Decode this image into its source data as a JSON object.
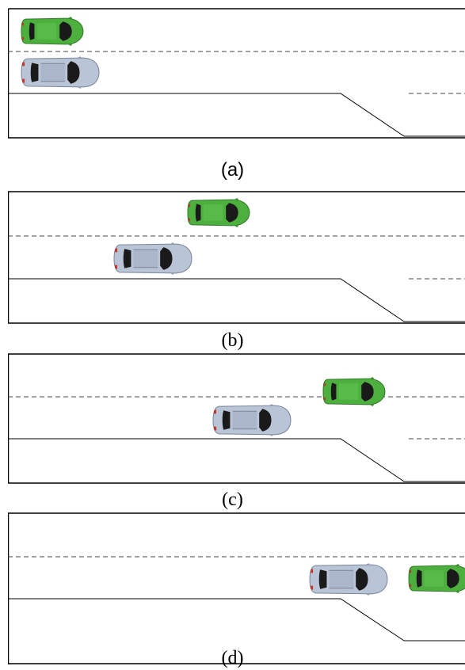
{
  "panels": [
    {
      "caption": "(a)",
      "green_car_color": "#4caf3e",
      "silver_car_color": "#b9c4d6"
    },
    {
      "caption": "(b)",
      "green_car_color": "#4caf3e",
      "silver_car_color": "#b9c4d6"
    },
    {
      "caption": "(c)",
      "green_car_color": "#4caf3e",
      "silver_car_color": "#b9c4d6"
    },
    {
      "caption": "(d)",
      "green_car_color": "#4caf3e",
      "silver_car_color": "#b9c4d6"
    }
  ],
  "colors": {
    "road_line": "#000000",
    "lane_dash": "#444444",
    "windshield": "#1a1a1a"
  }
}
